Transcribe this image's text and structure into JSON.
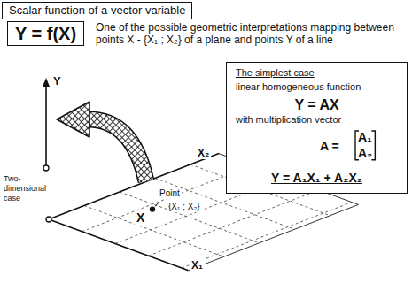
{
  "diagram": {
    "title": "Scalar function of a vector variable",
    "nodes": [
      {
        "text": [
          "Y = f(X)"
        ]
      },
      {
        "text": [
          "The simplest case",
          "linear homogeneous function",
          "Y = AX",
          "with multiplication vector",
          "A =",
          "A₁",
          "A₂",
          "Y = A₁X₁ + A₂X₂"
        ]
      }
    ],
    "labels": [
      "One of the possible geometric interpretations mapping between points X - {X₁ ; X₂} of a plane and points Y of a line",
      "Y",
      "X₂",
      "X₁",
      "X",
      "Point",
      "{X₁ ; X₂}",
      "Two-dimensional case"
    ]
  }
}
